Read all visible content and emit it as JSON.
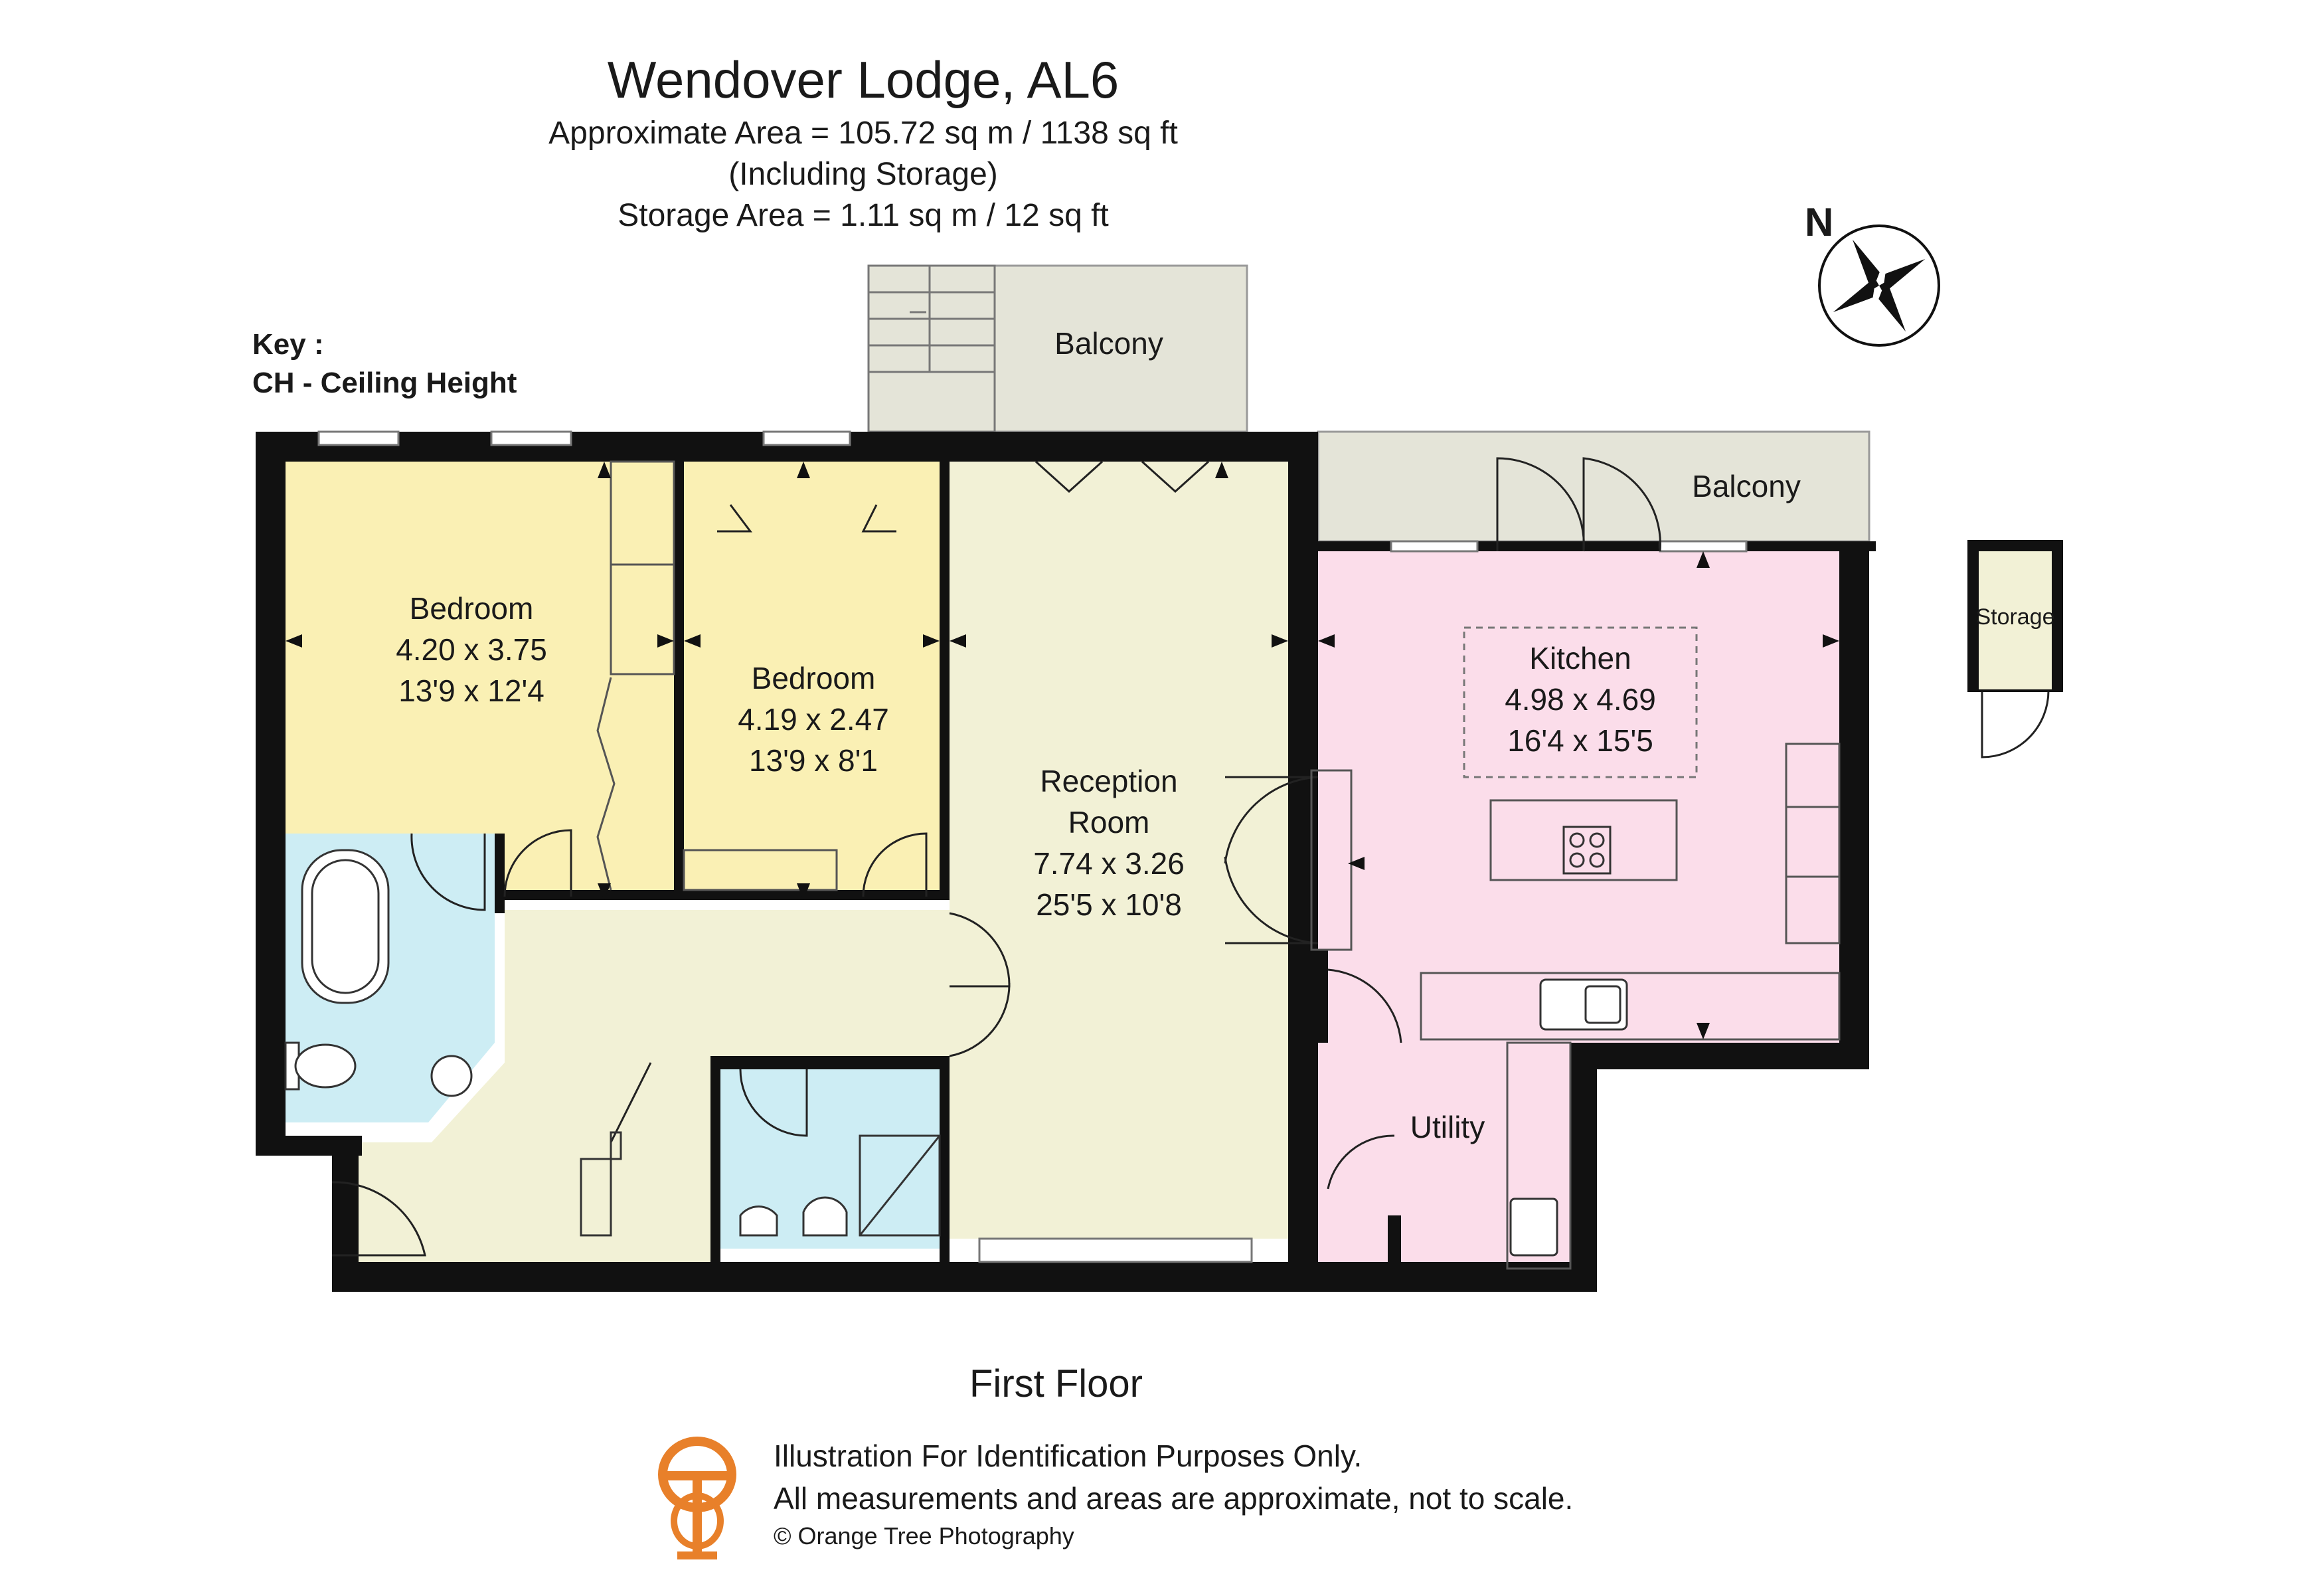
{
  "header": {
    "title": "Wendover Lodge, AL6",
    "approx_area": "Approximate Area =  105.72 sq m / 1138 sq ft",
    "including_storage": "(Including Storage)",
    "storage_area": "Storage Area =  1.11 sq m / 12 sq ft"
  },
  "key": {
    "heading": "Key :",
    "ch": "CH - Ceiling Height"
  },
  "compass": {
    "north_label": "N"
  },
  "rooms": {
    "bedroom1": {
      "name": "Bedroom",
      "metric": "4.20 x 3.75",
      "imperial": "13'9 x 12'4"
    },
    "bedroom2": {
      "name": "Bedroom",
      "metric": "4.19 x 2.47",
      "imperial": "13'9 x 8'1"
    },
    "reception": {
      "name_line1": "Reception",
      "name_line2": "Room",
      "metric": "7.74 x 3.26",
      "imperial": "25'5 x 10'8"
    },
    "kitchen": {
      "name": "Kitchen",
      "metric": "4.98 x 4.69",
      "imperial": "16'4 x 15'5"
    },
    "utility": {
      "name": "Utility"
    },
    "balcony1": {
      "name": "Balcony"
    },
    "balcony2": {
      "name": "Balcony"
    },
    "storage": {
      "name": "Storage"
    }
  },
  "floor_label": "First Floor",
  "disclaimer": {
    "line1": "Illustration For Identification Purposes Only.",
    "line2": "All measurements and areas are approximate, not to scale.",
    "copyright": "© Orange Tree Photography"
  },
  "colors": {
    "bedroom": "#FAF0B4",
    "bathroom": "#CDEDF4",
    "hall": "#F2F1D6",
    "kitchen": "#FBDDEA",
    "balcony": "#E4E4D8",
    "wall": "#111111",
    "logo": "#E8802A"
  }
}
